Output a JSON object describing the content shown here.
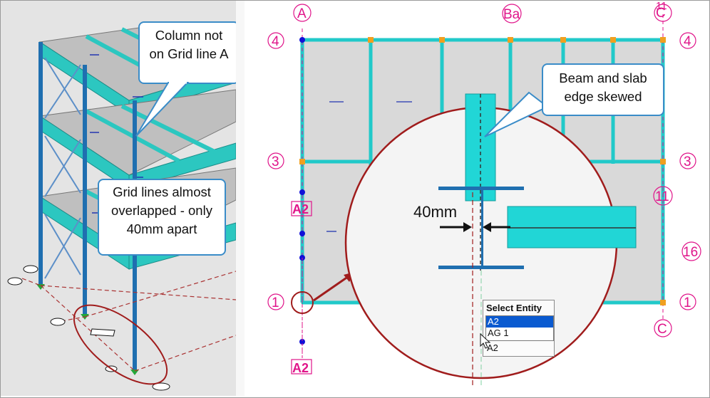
{
  "callouts": {
    "column_note": "Column not on Grid line A",
    "column_note_l1": "Column not",
    "column_note_l2": "on Grid line A",
    "beam_note_l1": "Beam and slab",
    "beam_note_l2": "edge skewed",
    "grid_note_l1": "Grid lines almost",
    "grid_note_l2": "overlapped - only",
    "grid_note_l3": "40mm apart"
  },
  "dimension_label": "40mm",
  "grid_labels": {
    "a": "A",
    "ba": "Ba",
    "c": "C",
    "four": "4",
    "three": "3",
    "one": "1",
    "eleven": "11",
    "sixteen": "16",
    "a2": "A2"
  },
  "select_entity": {
    "title": "Select Entity",
    "options": [
      "A2",
      "AG 1"
    ],
    "selected": "A2",
    "footer": "A2"
  },
  "colors": {
    "accent_callout_border": "#3a8cc8",
    "grid_label_magenta": "#e0148a",
    "beam_cyan": "#21c9c9",
    "column_blue": "#1f6fb0",
    "magnifier_ring": "#a01c1c",
    "selection_blue": "#0a5ad0"
  },
  "icons": {
    "cursor": "mouse-pointer-icon",
    "arrow_left": "arrow-right-icon",
    "arrow_right": "arrow-left-icon"
  }
}
